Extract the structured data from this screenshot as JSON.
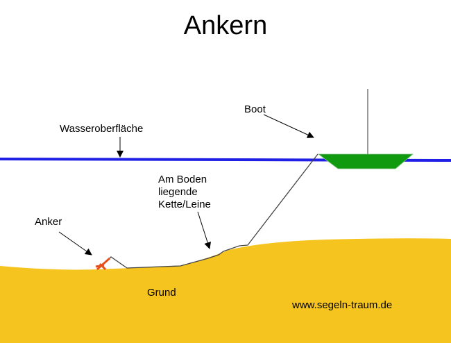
{
  "title": "Ankern",
  "labels": {
    "boat": "Boot",
    "water_surface": "Wasseroberfläche",
    "chain_line1": "Am Boden",
    "chain_line2": "liegende",
    "chain_line3": "Kette/Leine",
    "anchor": "Anker",
    "ground": "Grund",
    "website": "www.segeln-traum.de"
  },
  "colors": {
    "water": "#1f1fe6",
    "ground": "#f6c41f",
    "boat": "#109a10",
    "anchor": "#e8501e"
  }
}
